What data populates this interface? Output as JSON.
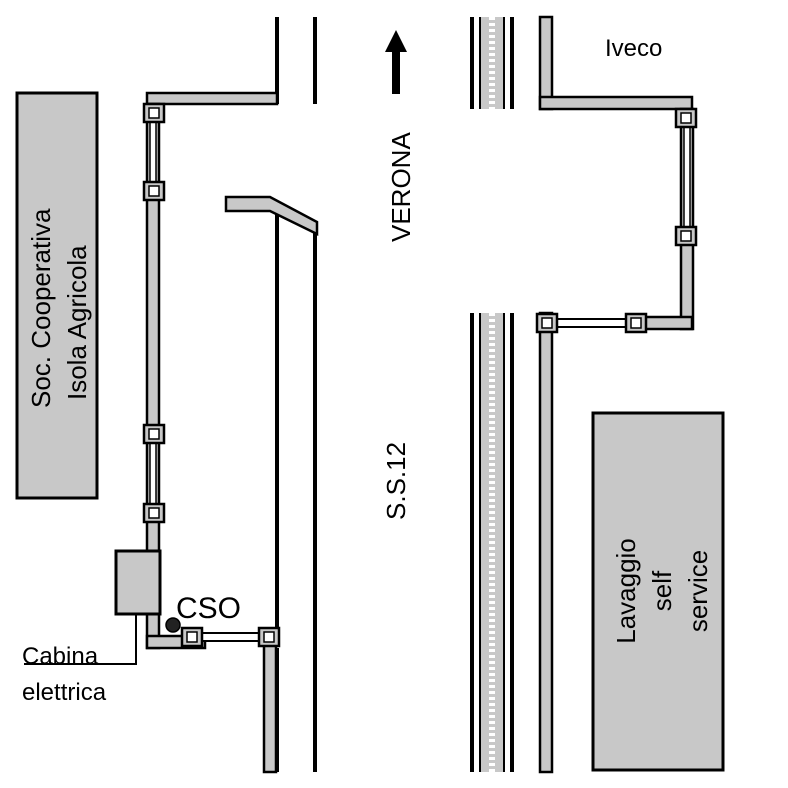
{
  "labels": {
    "coop_line1": "Soc. Cooperativa",
    "coop_line2": "Isola Agricola",
    "verona": "VERONA",
    "road": "S.S.12",
    "iveco": "Iveco",
    "wash_line1": "Lavaggio",
    "wash_line2": "self",
    "wash_line3": "service",
    "cso": "CSO",
    "cabin_line1": "Cabina",
    "cabin_line2": "elettrica"
  },
  "colors": {
    "fill": "#c8c8c8",
    "stroke": "#000000",
    "background": "#ffffff"
  },
  "icons": {
    "direction": "arrow-up-icon",
    "overflow": "filled-dot-icon"
  }
}
